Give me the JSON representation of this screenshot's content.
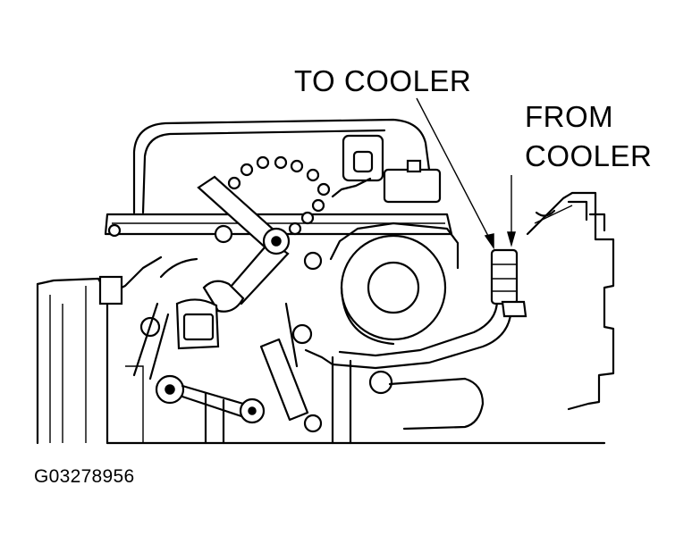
{
  "labels": {
    "to_cooler": "TO COOLER",
    "from_cooler_line1": "FROM",
    "from_cooler_line2": "COOLER"
  },
  "figure_id": "G03278956"
}
